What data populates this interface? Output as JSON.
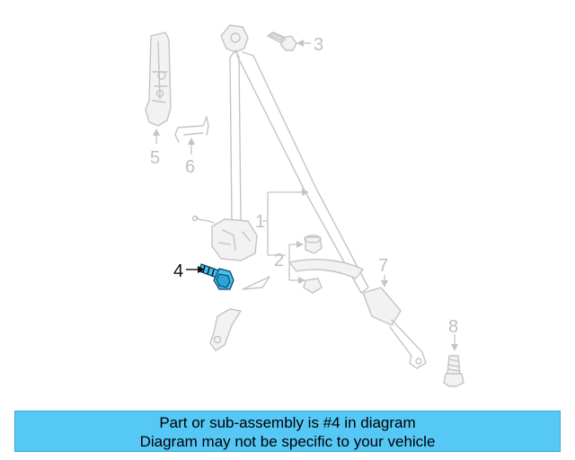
{
  "diagram": {
    "callouts": [
      "1",
      "2",
      "3",
      "4",
      "5",
      "6",
      "7",
      "8"
    ],
    "highlighted_callout": "4",
    "colors": {
      "highlight_part": "#3fc3ee",
      "ghost_parts": "#c4c4c4",
      "banner_background": "#56c8f5"
    }
  },
  "banner": {
    "line1": "Part or sub-assembly is #4 in diagram",
    "line2": "Diagram may not be specific to your vehicle"
  }
}
